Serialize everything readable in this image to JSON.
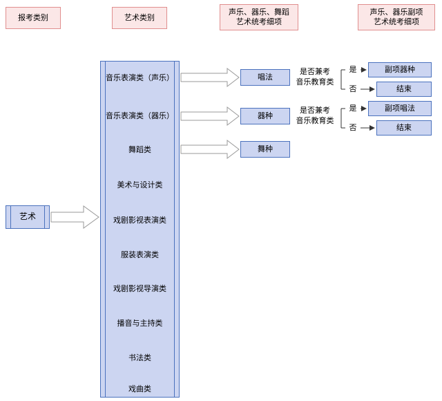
{
  "headers": [
    {
      "label": "报考类别"
    },
    {
      "label": "艺术类别"
    },
    {
      "label": "声乐、器乐、舞蹈\n艺术统考细项"
    },
    {
      "label": "声乐、器乐副项\n艺术统考细项"
    }
  ],
  "art_node": {
    "label": "艺术"
  },
  "category_list": [
    "音乐表演类（声乐）",
    "音乐表演类（器乐）",
    "舞蹈类",
    "美术与设计类",
    "戏剧影视表演类",
    "服装表演类",
    "戏剧影视导演类",
    "播音与主持类",
    "书法类",
    "戏曲类"
  ],
  "detail_nodes": [
    {
      "label": "唱法"
    },
    {
      "label": "器种"
    },
    {
      "label": "舞种"
    }
  ],
  "decisions": [
    {
      "question": "是否兼考\n音乐教育类",
      "yes_label": "是",
      "no_label": "否",
      "yes_node": "副项器种",
      "no_node": "结束"
    },
    {
      "question": "是否兼考\n音乐教育类",
      "yes_label": "是",
      "no_label": "否",
      "yes_node": "副项唱法",
      "no_node": "结束"
    }
  ],
  "colors": {
    "node_fill": "#ccd5f1",
    "node_border": "#4a71bd",
    "header_fill": "#fbe7e7",
    "header_border": "#e08e8e",
    "block_arrow_fill": "#ffffff",
    "block_arrow_stroke": "#999999",
    "wire": "#333333"
  }
}
